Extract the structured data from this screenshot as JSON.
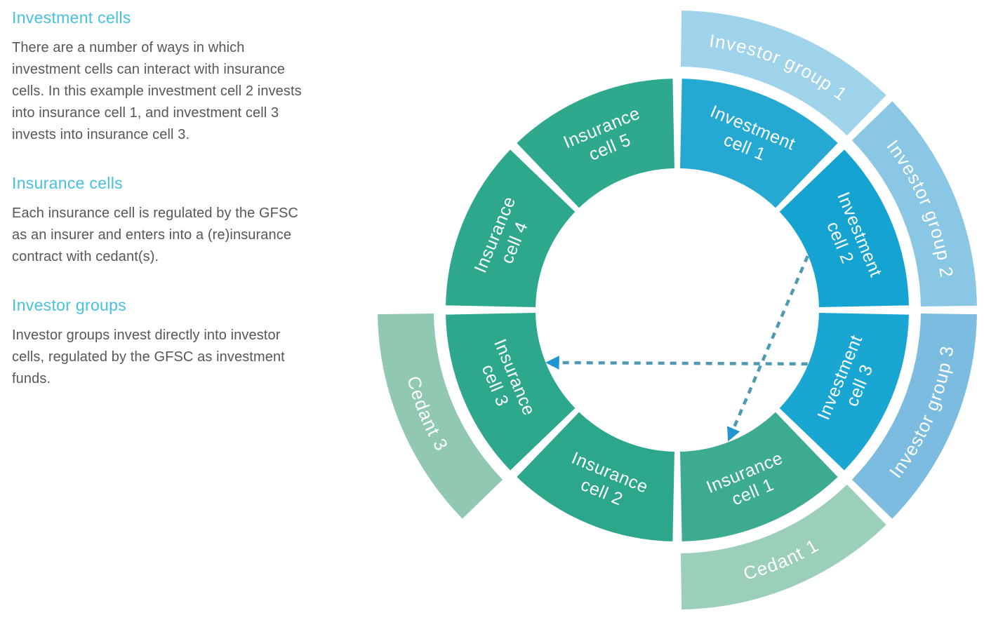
{
  "colors": {
    "heading_cyan": "#46c1e2",
    "body_gray": "#565759",
    "arrow_dash": "#4e9ab3",
    "arrow_head": "#1f96cf",
    "background": "#ffffff",
    "segment_label_white": "#ffffff"
  },
  "sections": [
    {
      "heading": "Investment cells",
      "body": "There are a number of ways in which\ninvestment cells can interact with insurance\ncells. In this example investment cell 2 invests\ninto insurance cell 1, and investment cell 3\ninvests into insurance cell 3."
    },
    {
      "heading": "Insurance cells",
      "body": "Each insurance cell is regulated by the GFSC\nas an insurer and enters into a (re)insurance\ncontract with cedant(s)."
    },
    {
      "heading": "Investor groups",
      "body": "Investor groups invest directly into investor\ncells, regulated by the GFSC as investment\nfunds."
    }
  ],
  "diagram": {
    "inner_segments": [
      {
        "id": "investment-cell-1",
        "label": "Investment cell 1",
        "lines": [
          "Investment",
          "cell 1"
        ],
        "start": 0,
        "end": 45,
        "color": "#25a9d3"
      },
      {
        "id": "investment-cell-2",
        "label": "Investment cell 2",
        "lines": [
          "Investment",
          "cell 2"
        ],
        "start": 45,
        "end": 90,
        "color": "#15a4d1"
      },
      {
        "id": "investment-cell-3",
        "label": "Investment cell 3",
        "lines": [
          "Investment",
          "cell 3"
        ],
        "start": 90,
        "end": 135,
        "color": "#1aa6d2"
      },
      {
        "id": "insurance-cell-1",
        "label": "Insurance cell 1",
        "lines": [
          "Insurance",
          "cell 1"
        ],
        "start": 135,
        "end": 180,
        "color": "#3cab90"
      },
      {
        "id": "insurance-cell-2",
        "label": "Insurance cell 2",
        "lines": [
          "Insurance",
          "cell 2"
        ],
        "start": 180,
        "end": 225,
        "color": "#2ca78b"
      },
      {
        "id": "insurance-cell-3",
        "label": "Insurance cell 3",
        "lines": [
          "Insurance",
          "cell 3"
        ],
        "start": 225,
        "end": 270,
        "color": "#2da88c"
      },
      {
        "id": "insurance-cell-4",
        "label": "Insurance cell 4",
        "lines": [
          "Insurance",
          "cell 4"
        ],
        "start": 270,
        "end": 315,
        "color": "#2da88c"
      },
      {
        "id": "insurance-cell-5",
        "label": "Insurance cell 5",
        "lines": [
          "Insurance",
          "cell 5"
        ],
        "start": 315,
        "end": 360,
        "color": "#2ea98d"
      }
    ],
    "outer_segments": [
      {
        "id": "investor-group-1",
        "label": "Investor group 1",
        "start": 0,
        "end": 45,
        "color": "#9ed3e9"
      },
      {
        "id": "investor-group-2",
        "label": "Investor group 2",
        "start": 45,
        "end": 90,
        "color": "#8ac7e4"
      },
      {
        "id": "investor-group-3",
        "label": "Investor group 3",
        "start": 90,
        "end": 135,
        "color": "#7cbce0"
      },
      {
        "id": "cedant-1",
        "label": "Cedant 1",
        "start": 135,
        "end": 180,
        "color": "#9bcfba"
      },
      {
        "id": "cedant-3",
        "label": "Cedant 3",
        "start": 225,
        "end": 270,
        "color": "#90c8b2"
      }
    ],
    "arrows": [
      {
        "id": "investment-cell-2-to-insurance-cell-1",
        "from": "investment-cell-2",
        "to": "insurance-cell-1"
      },
      {
        "id": "investment-cell-3-to-insurance-cell-3",
        "from": "investment-cell-3",
        "to": "insurance-cell-3"
      }
    ]
  }
}
